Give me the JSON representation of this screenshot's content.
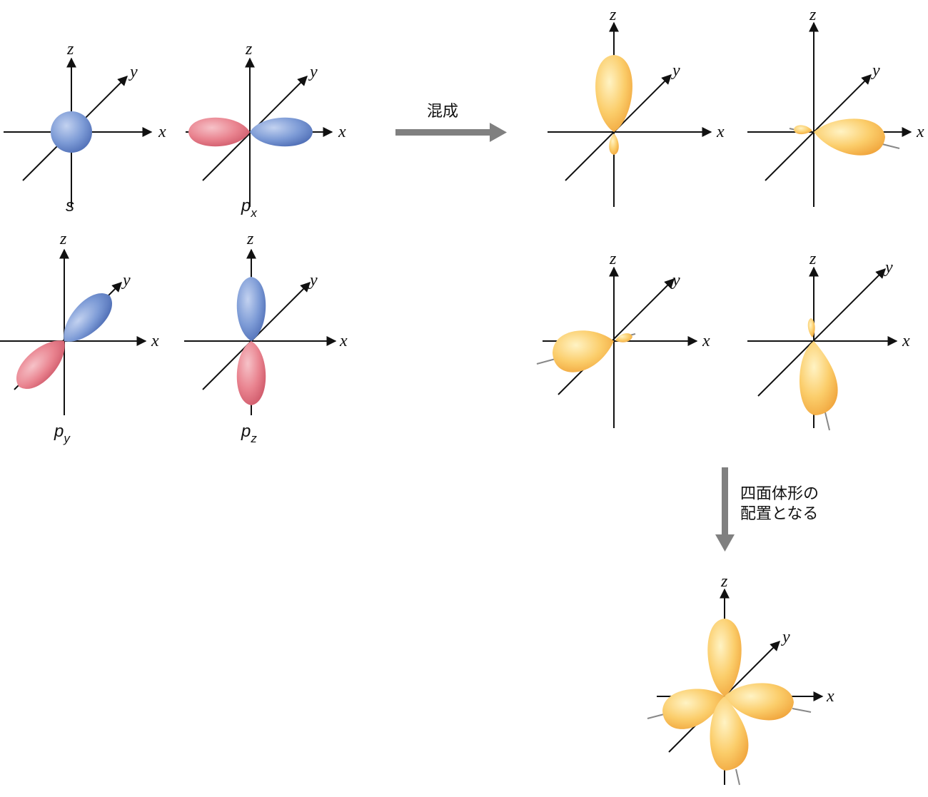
{
  "axis_labels": {
    "x": "x",
    "y": "y",
    "z": "z"
  },
  "orbitals": {
    "s": {
      "base": "s",
      "sub": ""
    },
    "px": {
      "base": "p",
      "sub": "x"
    },
    "py": {
      "base": "p",
      "sub": "y"
    },
    "pz": {
      "base": "p",
      "sub": "z"
    }
  },
  "arrows": {
    "hybridize": "混成",
    "tetrahedral_line1": "四面体形の",
    "tetrahedral_line2": "配置となる"
  },
  "colors": {
    "positive_lobe": "#5b7fc4",
    "negative_lobe": "#e06f7d",
    "hybrid_lobe": "#f7b94a",
    "arrow": "#808080"
  }
}
